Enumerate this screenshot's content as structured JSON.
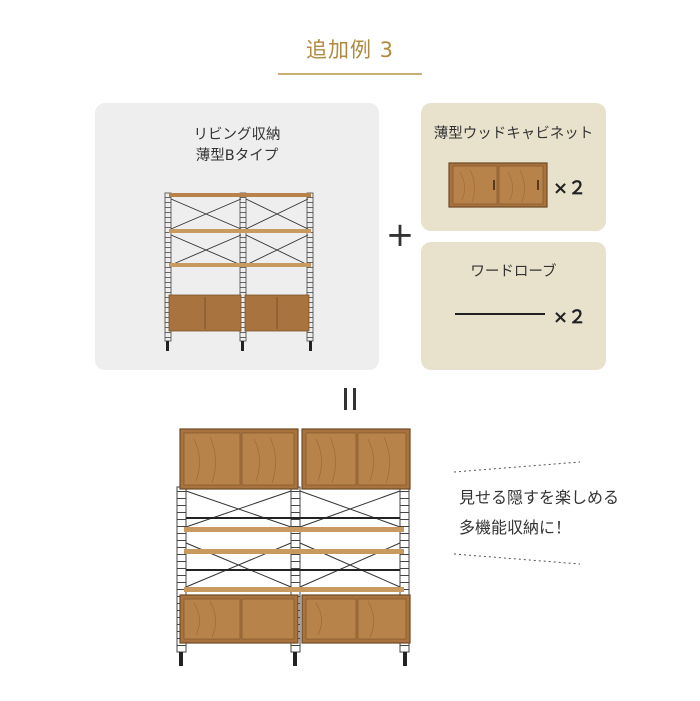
{
  "title": "追加例 3",
  "base_item": {
    "line1": "リビング収納",
    "line2": "薄型Bタイプ"
  },
  "addon_cabinet": {
    "name": "薄型ウッドキャビネット",
    "qty": "×２"
  },
  "addon_wardrobe": {
    "name": "ワードローブ",
    "qty": "×２"
  },
  "plus_symbol": "+",
  "note": {
    "line1": "見せる隠すを楽しめる",
    "line2": "多機能収納に！"
  },
  "colors": {
    "accent": "#b08a3e",
    "panel_gray": "#eeeeee",
    "panel_beige": "#e8e2cc",
    "wood": "#b7834b"
  }
}
